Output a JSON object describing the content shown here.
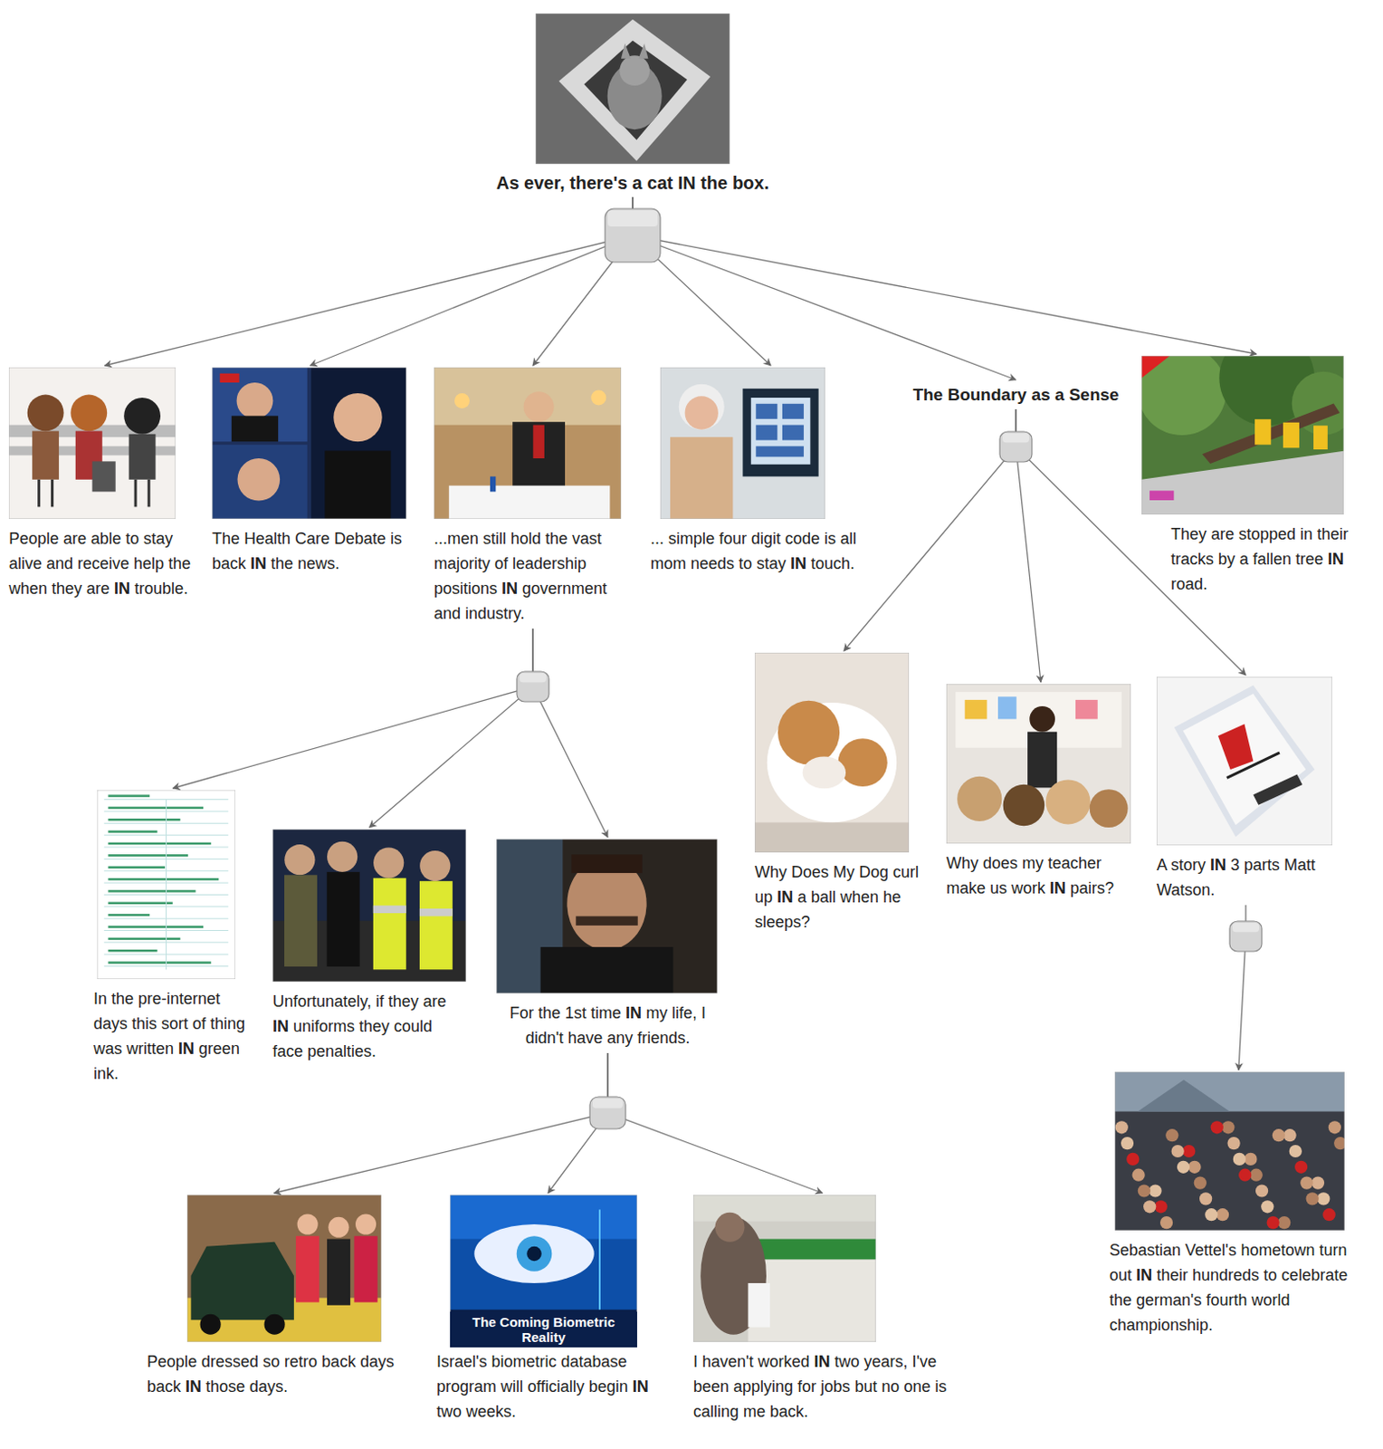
{
  "diagram": {
    "nodes": [
      {
        "text": [
          "As ever, there's a cat IN the box."
        ]
      },
      {
        "text": [
          "People are able to stay alive and receive help the when they are IN trouble."
        ]
      },
      {
        "text": [
          "The Health Care Debate is back IN the news."
        ]
      },
      {
        "text": [
          "...men still hold the vast majority of leadership positions IN government and industry."
        ]
      },
      {
        "text": [
          "... simple four digit code is all mom needs to stay IN touch."
        ]
      },
      {
        "text": [
          "The Boundary as a Sense"
        ]
      },
      {
        "text": [
          "They are stopped in their tracks by a fallen tree IN road."
        ]
      },
      {
        "text": [
          "In the pre-internet days this sort of thing was written IN green ink."
        ]
      },
      {
        "text": [
          "Unfortunately, if they are IN uniforms they could face penalties."
        ]
      },
      {
        "text": [
          "For the 1st time IN my life, I didn't have any friends."
        ]
      },
      {
        "text": [
          "Why Does My Dog curl up IN a ball when he sleeps?"
        ]
      },
      {
        "text": [
          "Why does my teacher make us work IN pairs?"
        ]
      },
      {
        "text": [
          "A story IN 3 parts Matt Watson."
        ]
      },
      {
        "text": [
          "People dressed so retro back days back IN those days."
        ]
      },
      {
        "text": [
          "Israel's biometric database program will officially begin IN two weeks."
        ]
      },
      {
        "text": [
          "I haven't worked IN two years, I've been applying for jobs but no one is calling me back."
        ]
      },
      {
        "text": [
          "Sebastian Vettel's hometown turn out IN their hundreds to celebrate the german's fourth world championship."
        ]
      }
    ],
    "edges": [
      {
        "from": 0,
        "to": 1,
        "arrow": "to"
      },
      {
        "from": 0,
        "to": 2,
        "arrow": "to"
      },
      {
        "from": 0,
        "to": 3,
        "arrow": "to"
      },
      {
        "from": 0,
        "to": 4,
        "arrow": "to"
      },
      {
        "from": 0,
        "to": 5,
        "arrow": "to"
      },
      {
        "from": 0,
        "to": 6,
        "arrow": "to"
      },
      {
        "from": 3,
        "to": 7,
        "arrow": "to"
      },
      {
        "from": 3,
        "to": 8,
        "arrow": "to"
      },
      {
        "from": 3,
        "to": 9,
        "arrow": "to"
      },
      {
        "from": 5,
        "to": 10,
        "arrow": "to"
      },
      {
        "from": 5,
        "to": 11,
        "arrow": "to"
      },
      {
        "from": 5,
        "to": 12,
        "arrow": "to"
      },
      {
        "from": 9,
        "to": 13,
        "arrow": "to"
      },
      {
        "from": 9,
        "to": 14,
        "arrow": "to"
      },
      {
        "from": 9,
        "to": 15,
        "arrow": "to"
      },
      {
        "from": 12,
        "to": 16,
        "arrow": "to"
      }
    ],
    "labels": [
      "The Coming Biometric Reality"
    ]
  }
}
